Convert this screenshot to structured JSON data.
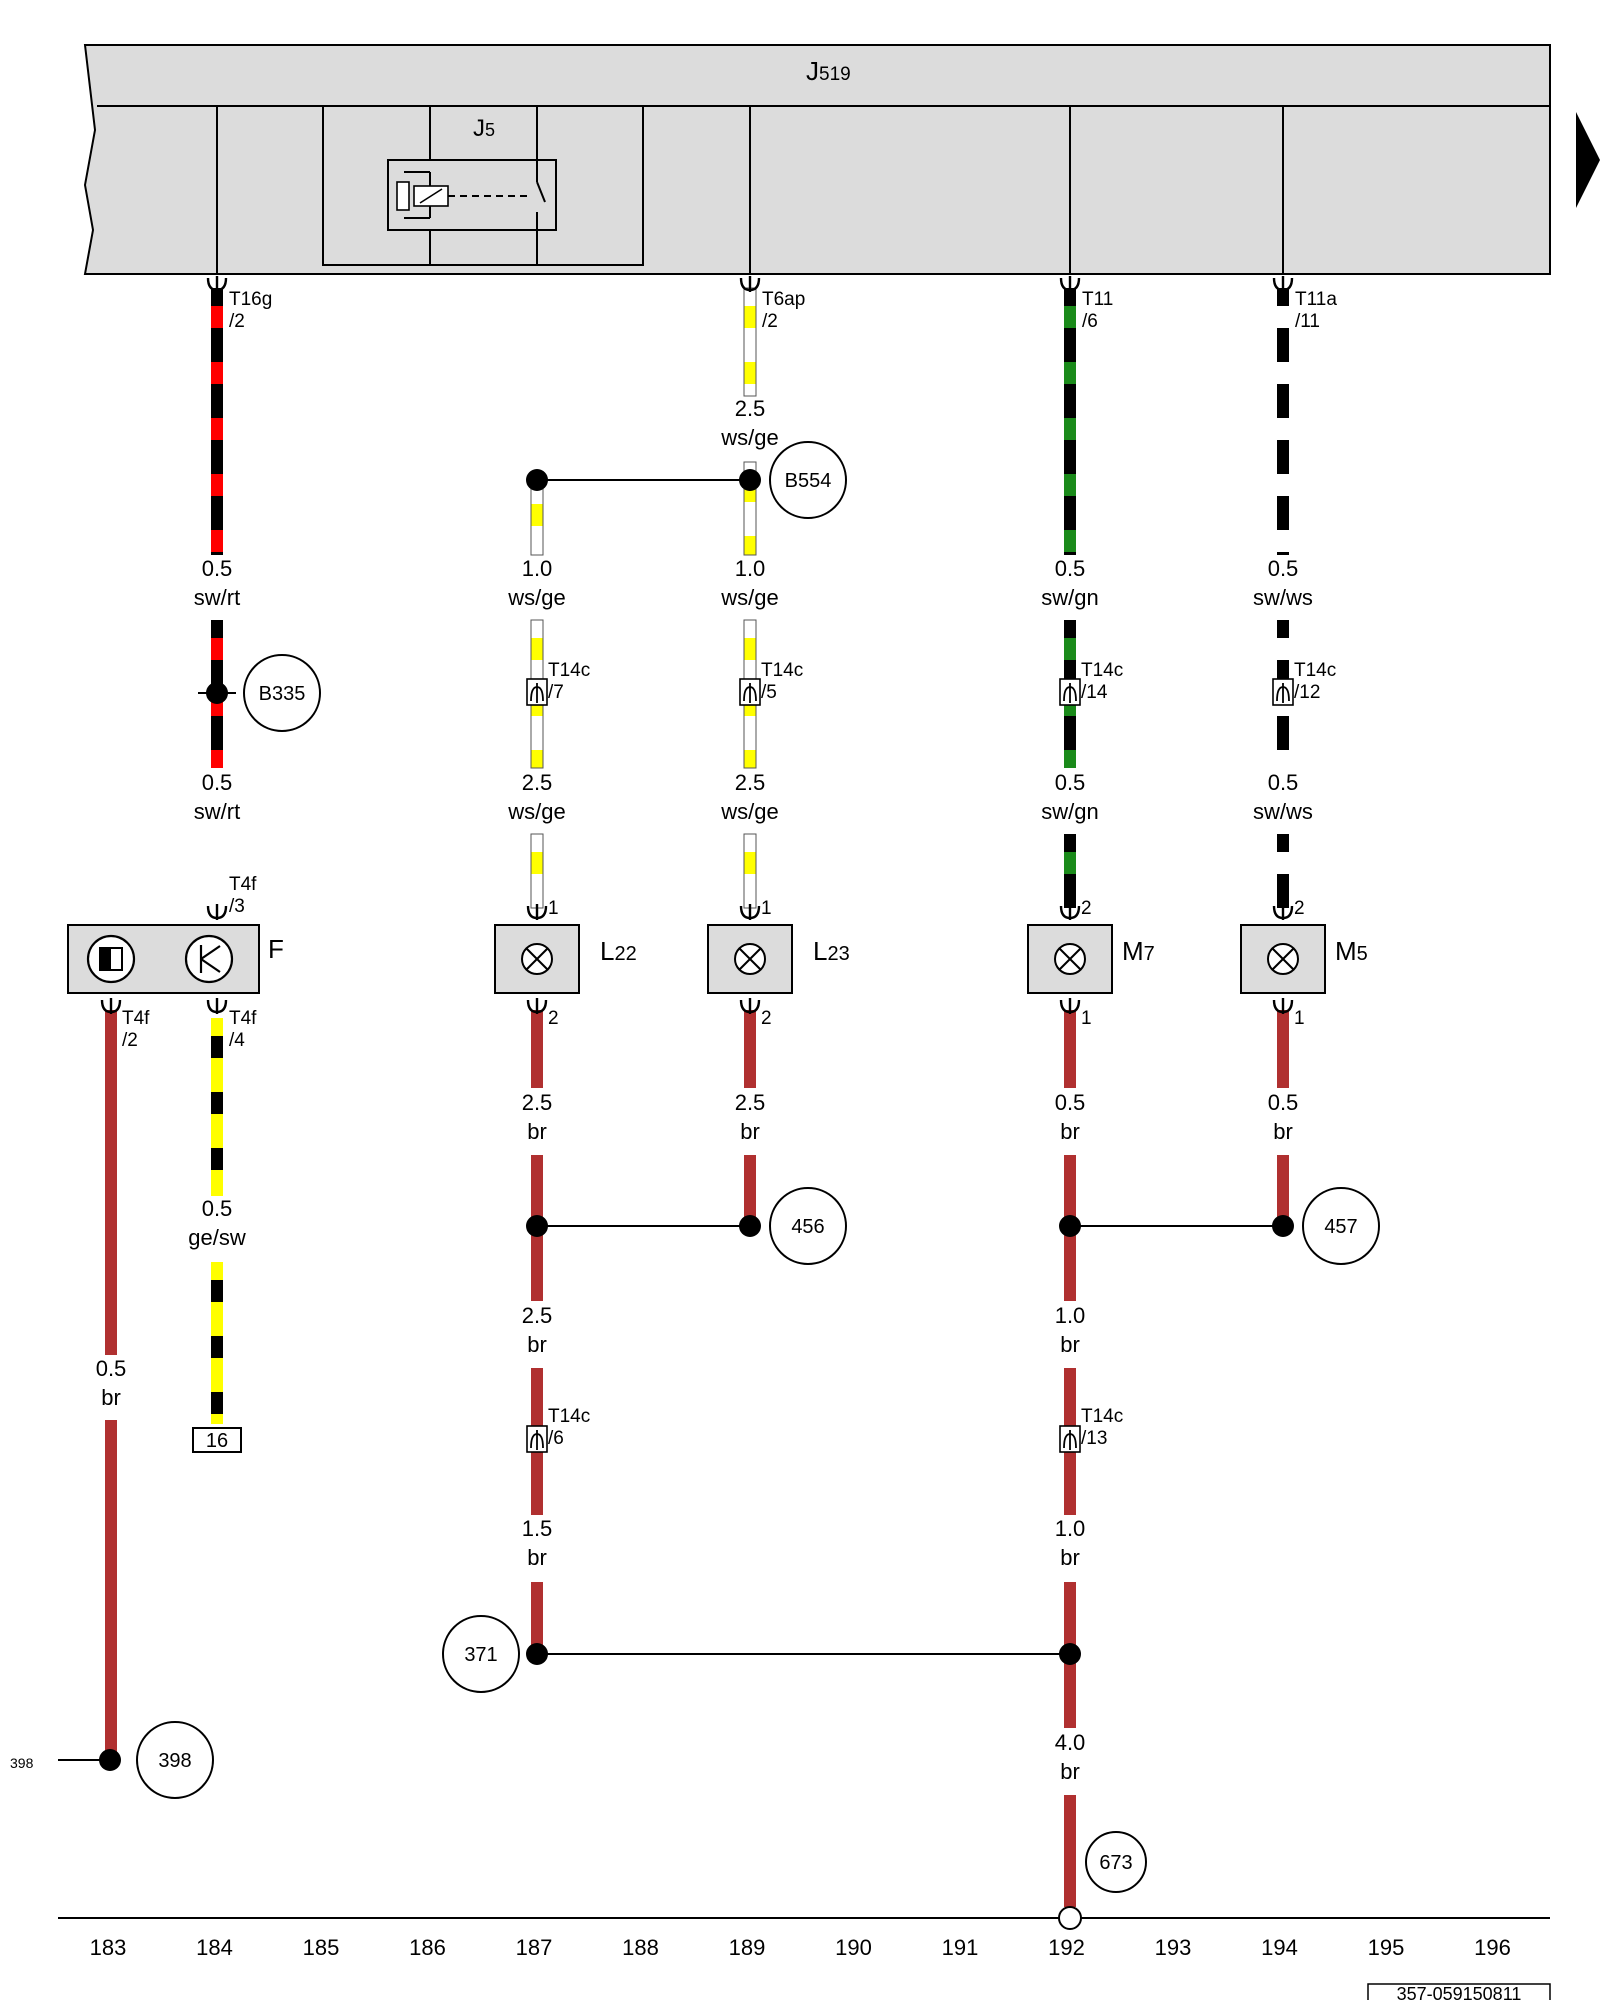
{
  "module": {
    "prefix": "J",
    "sub": "519"
  },
  "relay": {
    "prefix": "J",
    "sub": "5"
  },
  "components": {
    "F": {
      "label": "F"
    },
    "L22": {
      "prefix": "L",
      "sub": "22"
    },
    "L23": {
      "prefix": "L",
      "sub": "23"
    },
    "M7": {
      "prefix": "M",
      "sub": "7"
    },
    "M5": {
      "prefix": "M",
      "sub": "5"
    }
  },
  "connectors": {
    "t16g": {
      "name": "T16g",
      "pin": "/2"
    },
    "t6ap": {
      "name": "T6ap",
      "pin": "/2"
    },
    "t11": {
      "name": "T11",
      "pin": "/6"
    },
    "t11a": {
      "name": "T11a",
      "pin": "/11"
    },
    "t4f_3": {
      "name": "T4f",
      "pin": "/3"
    },
    "t4f_2": {
      "name": "T4f",
      "pin": "/2"
    },
    "t4f_4": {
      "name": "T4f",
      "pin": "/4"
    },
    "t14c_7": {
      "name": "T14c",
      "pin": "/7"
    },
    "t14c_5": {
      "name": "T14c",
      "pin": "/5"
    },
    "t14c_14": {
      "name": "T14c",
      "pin": "/14"
    },
    "t14c_12": {
      "name": "T14c",
      "pin": "/12"
    },
    "t14c_6": {
      "name": "T14c",
      "pin": "/6"
    },
    "t14c_13": {
      "name": "T14c",
      "pin": "/13"
    }
  },
  "pins": {
    "l22_top": "1",
    "l22_bot": "2",
    "l23_top": "1",
    "l23_bot": "2",
    "m7_top": "2",
    "m7_bot": "1",
    "m5_top": "2",
    "m5_bot": "1"
  },
  "wires": {
    "w184a": {
      "size": "0.5",
      "color": "sw/rt"
    },
    "w184b": {
      "size": "0.5",
      "color": "sw/rt"
    },
    "w189top": {
      "size": "2.5",
      "color": "ws/ge"
    },
    "w187a": {
      "size": "1.0",
      "color": "ws/ge"
    },
    "w189a": {
      "size": "1.0",
      "color": "ws/ge"
    },
    "w192a": {
      "size": "0.5",
      "color": "sw/gn"
    },
    "w194a": {
      "size": "0.5",
      "color": "sw/ws"
    },
    "w187b": {
      "size": "2.5",
      "color": "ws/ge"
    },
    "w189b": {
      "size": "2.5",
      "color": "ws/ge"
    },
    "w192b": {
      "size": "0.5",
      "color": "sw/gn"
    },
    "w194b": {
      "size": "0.5",
      "color": "sw/ws"
    },
    "w187c": {
      "size": "2.5",
      "color": "br"
    },
    "w189c": {
      "size": "2.5",
      "color": "br"
    },
    "w192c": {
      "size": "0.5",
      "color": "br"
    },
    "w194c": {
      "size": "0.5",
      "color": "br"
    },
    "w184c": {
      "size": "0.5",
      "color": "ge/sw"
    },
    "w183": {
      "size": "0.5",
      "color": "br"
    },
    "w187d": {
      "size": "2.5",
      "color": "br"
    },
    "w192d": {
      "size": "1.0",
      "color": "br"
    },
    "w187e": {
      "size": "1.5",
      "color": "br"
    },
    "w192e": {
      "size": "1.0",
      "color": "br"
    },
    "w192f": {
      "size": "4.0",
      "color": "br"
    }
  },
  "nodes": {
    "b554": "B554",
    "b335": "B335",
    "n456": "456",
    "n457": "457",
    "n371": "371",
    "n398": "398",
    "n673": "673",
    "ref398": "398",
    "box16": "16"
  },
  "axis": [
    "183",
    "184",
    "185",
    "186",
    "187",
    "188",
    "189",
    "190",
    "191",
    "192",
    "193",
    "194",
    "195",
    "196"
  ],
  "doc_number": "357-059150811",
  "colors": {
    "sw": "#000000",
    "rt": "#ff0000",
    "ws": "#ffffff",
    "ge": "#ffff00",
    "gn": "#1a8a1a",
    "br": "#b03030",
    "module_fill": "#dcdcdc"
  }
}
